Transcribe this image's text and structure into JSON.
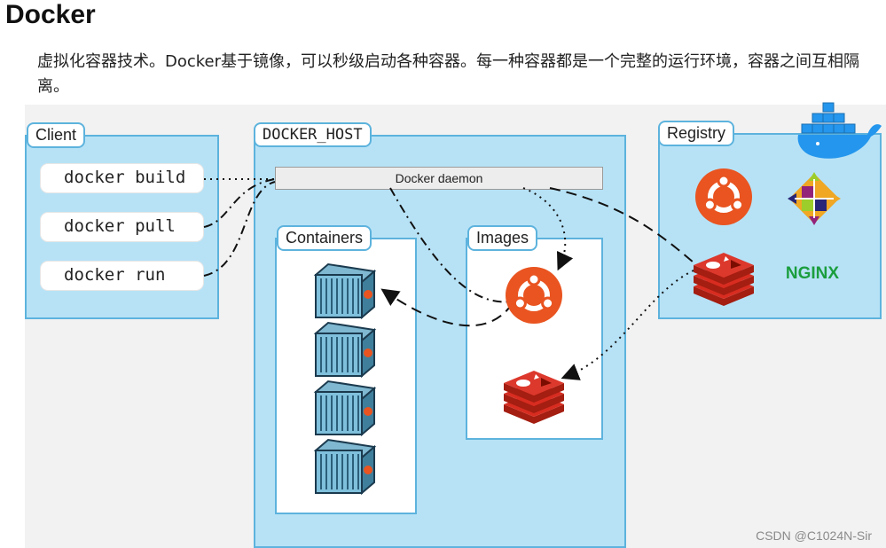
{
  "title": "Docker",
  "subtitle": "虚拟化容器技术。Docker基于镜像，可以秒级启动各种容器。每一种容器都是一个完整的运行环境，容器之间互相隔离。",
  "client": {
    "label": "Client",
    "commands": [
      "docker build",
      "docker pull",
      "docker run"
    ]
  },
  "host": {
    "label": "DOCKER_HOST",
    "daemon": "Docker daemon",
    "containers_label": "Containers",
    "images_label": "Images"
  },
  "registry": {
    "label": "Registry",
    "nginx_text": "NGINX"
  },
  "watermark": "CSDN @C1024N-Sir",
  "colors": {
    "panel_fill": "#b7e2f6",
    "panel_border": "#5db3dd",
    "ubuntu": "#e95420",
    "redis": "#d82c20",
    "nginx": "#1b9e3e",
    "docker_whale": "#2496ed"
  }
}
